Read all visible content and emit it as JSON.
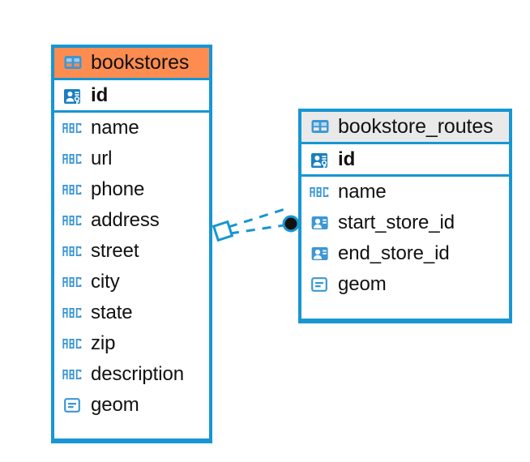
{
  "diagram": {
    "kind": "entity-relationship-diagram",
    "background": "#ffffff",
    "colors": {
      "entity_border": "#1796d3",
      "accent_header": "#fd8c50",
      "plain_header": "#e9e9e9",
      "icon_blue": "#3c97d4",
      "relation_line": "#1796d3",
      "relation_dot": "#111111",
      "text": "#111111"
    }
  },
  "entities": [
    {
      "name": "bookstores",
      "header_style": "accent",
      "table_icon": "table-icon",
      "fields": [
        {
          "name": "id",
          "type_icon": "primary-key-icon",
          "key": "primary"
        },
        {
          "name": "name",
          "type_icon": "abc-text-icon",
          "key": "none"
        },
        {
          "name": "url",
          "type_icon": "abc-text-icon",
          "key": "none"
        },
        {
          "name": "phone",
          "type_icon": "abc-text-icon",
          "key": "none"
        },
        {
          "name": "address",
          "type_icon": "abc-text-icon",
          "key": "none"
        },
        {
          "name": "street",
          "type_icon": "abc-text-icon",
          "key": "none"
        },
        {
          "name": "city",
          "type_icon": "abc-text-icon",
          "key": "none"
        },
        {
          "name": "state",
          "type_icon": "abc-text-icon",
          "key": "none"
        },
        {
          "name": "zip",
          "type_icon": "abc-text-icon",
          "key": "none"
        },
        {
          "name": "description",
          "type_icon": "abc-text-icon",
          "key": "none"
        },
        {
          "name": "geom",
          "type_icon": "geometry-icon",
          "key": "none"
        }
      ]
    },
    {
      "name": "bookstore_routes",
      "header_style": "plain",
      "table_icon": "table-icon",
      "fields": [
        {
          "name": "id",
          "type_icon": "primary-key-icon",
          "key": "primary"
        },
        {
          "name": "name",
          "type_icon": "abc-text-icon",
          "key": "none"
        },
        {
          "name": "start_store_id",
          "type_icon": "foreign-key-icon",
          "key": "foreign"
        },
        {
          "name": "end_store_id",
          "type_icon": "foreign-key-icon",
          "key": "foreign"
        },
        {
          "name": "geom",
          "type_icon": "geometry-icon",
          "key": "none"
        }
      ]
    }
  ],
  "relationship": {
    "from_entity": "bookstores",
    "to_entity": "bookstore_routes",
    "from_marker": "diamond",
    "to_marker": "filled-circle",
    "line_style": "dashed",
    "abc_glyph": "ABC"
  }
}
